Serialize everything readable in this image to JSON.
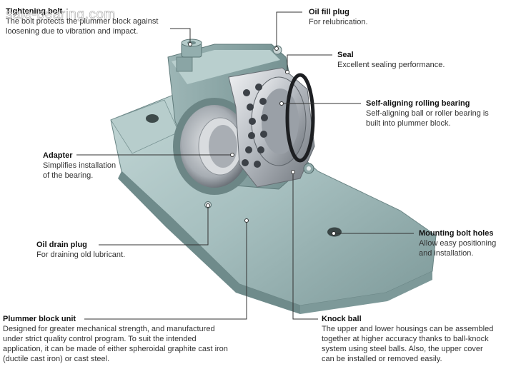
{
  "watermark": "sale-bearing.com",
  "colors": {
    "housing": "#a9c2c2",
    "housing_dark": "#7f9b9b",
    "steel": "#c9cdd2",
    "leader": "#333333"
  },
  "callouts": {
    "tightening_bolt": {
      "title": "Tightening bolt",
      "desc": [
        "The bolt protects the plummer block against",
        "loosening due to vibration and impact."
      ]
    },
    "oil_fill_plug": {
      "title": "Oil fill plug",
      "desc": [
        "For relubrication."
      ]
    },
    "seal": {
      "title": "Seal",
      "desc": [
        "Excellent sealing performance."
      ]
    },
    "self_aligning": {
      "title": "Self-aligning rolling bearing",
      "desc": [
        "Self-aligning ball or roller bearing is",
        "built into plummer block."
      ]
    },
    "adapter": {
      "title": "Adapter",
      "desc": [
        "Simplifies installation",
        "of the bearing."
      ]
    },
    "mounting_holes": {
      "title": "Mounting bolt holes",
      "desc": [
        "Allow easy positioning",
        "and installation."
      ]
    },
    "oil_drain": {
      "title": "Oil drain plug",
      "desc": [
        "For draining old lubricant."
      ]
    },
    "plummer_unit": {
      "title": "Plummer block unit",
      "desc": [
        "Designed for greater mechanical strength, and manufactured",
        "under strict quality control program. To suit the intended",
        "application, it can be made of either spheroidal graphite cast iron",
        "(ductile cast iron) or cast steel."
      ]
    },
    "knock_ball": {
      "title": "Knock ball",
      "desc": [
        "The upper and lower housings can be assembled",
        "together at higher accuracy thanks to ball-knock",
        "system using steel balls. Also, the upper cover",
        "can be installed or removed easily."
      ]
    }
  }
}
